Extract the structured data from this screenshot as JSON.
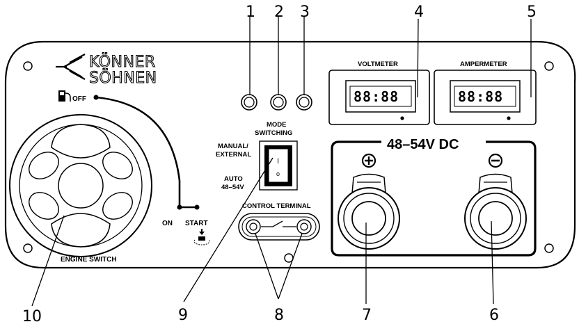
{
  "brand": {
    "line1": "KÖNNER",
    "line2": "SÖHNEN",
    "logo_mark": "KS"
  },
  "callouts": [
    "1",
    "2",
    "3",
    "4",
    "5",
    "6",
    "7",
    "8",
    "9",
    "10"
  ],
  "engine_switch": {
    "off_label": "OFF",
    "on_label": "ON",
    "start_label": "START",
    "caption": "ENGINE SWITCH",
    "fuel_icon": "fuel-pump-icon",
    "key_icon": "key-turn-icon"
  },
  "mode_switch": {
    "title_line1": "MODE",
    "title_line2": "SWITCHING",
    "opt1_line1": "MANUAL/",
    "opt1_line2": "EXTERNAL",
    "opt2_line1": "AUTO",
    "opt2_line2": "48–54V",
    "rocker_on_mark": "I",
    "rocker_off_mark": "o"
  },
  "control_terminal": {
    "label": "CONTROL TERMINAL"
  },
  "meters": {
    "voltmeter_label": "VOLTMETER",
    "ampermeter_label": "AMPERMETER",
    "voltmeter_display": "88:88",
    "ampermeter_display": "88:88"
  },
  "dc_output": {
    "label": "48–54V DC",
    "plus_symbol": "+",
    "minus_symbol": "−"
  }
}
